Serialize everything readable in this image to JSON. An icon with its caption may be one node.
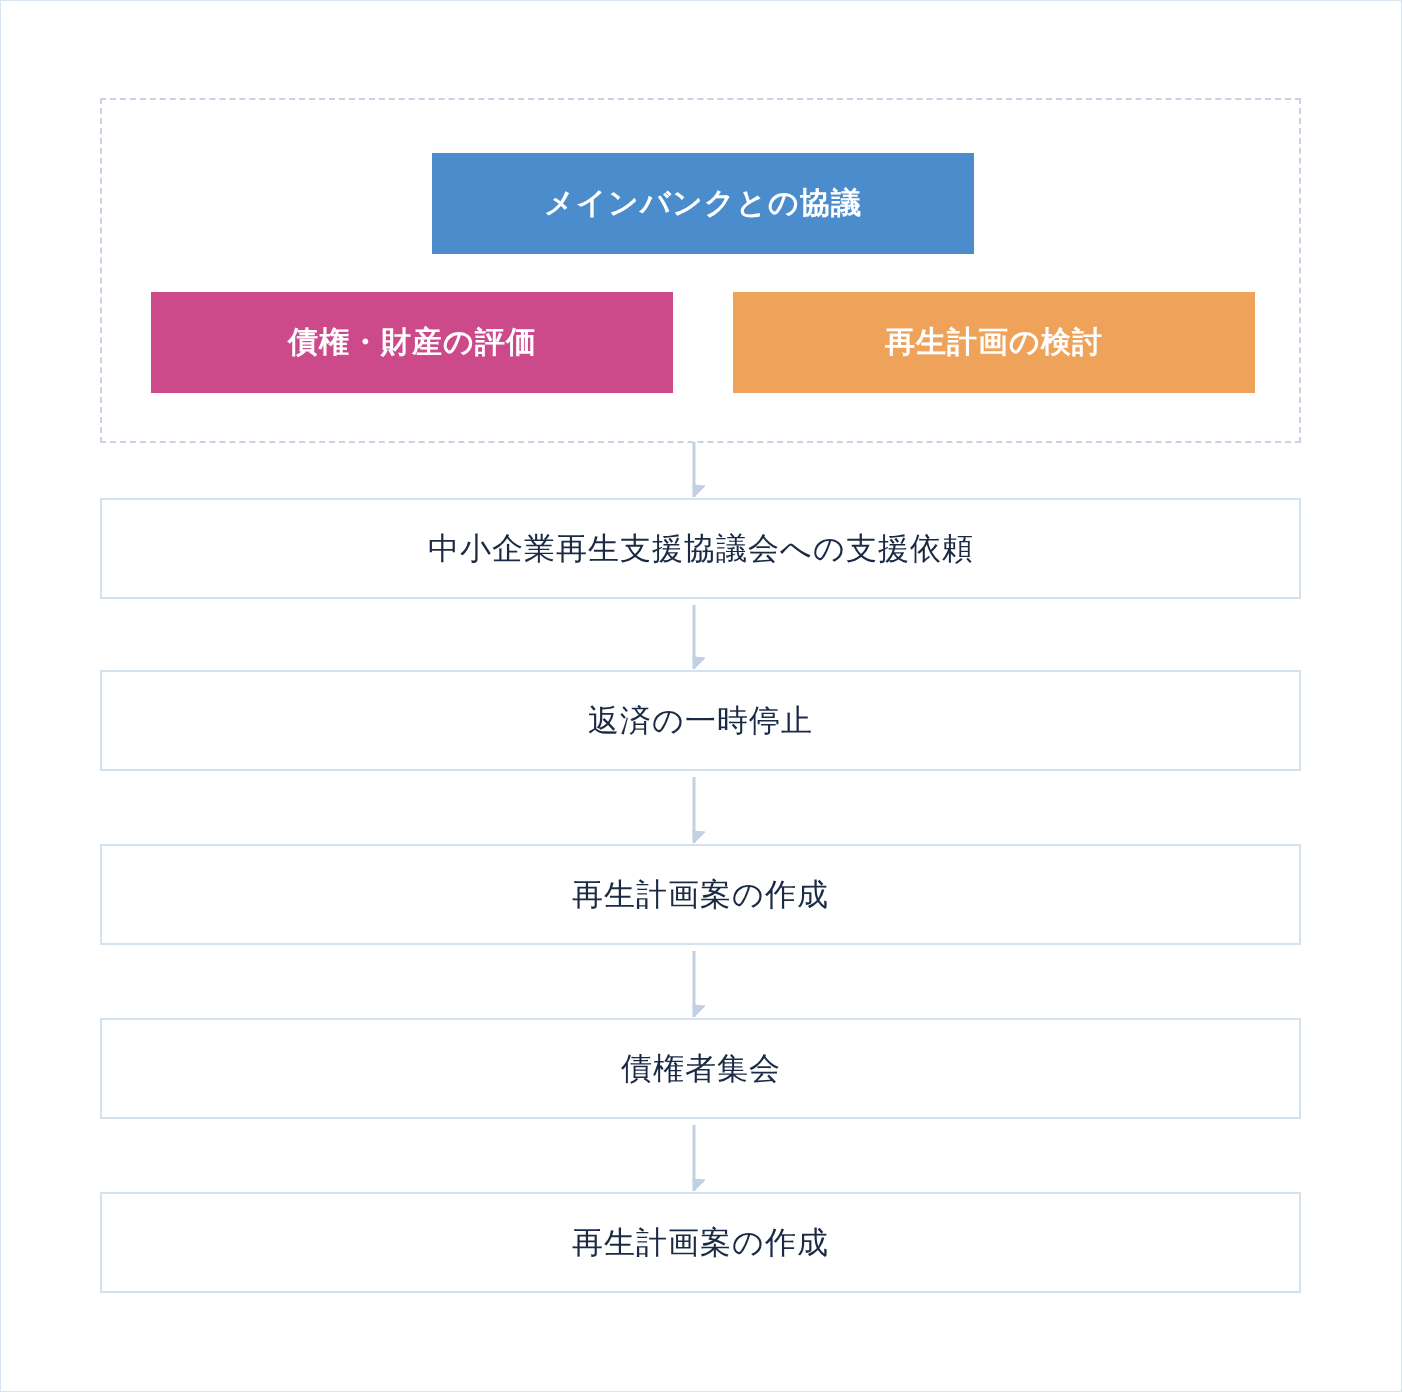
{
  "diagram": {
    "nodes": [
      {
        "text": [],
        "shape": "box"
      },
      {
        "text": [
          "メインバンクとの協議"
        ],
        "in": 0
      },
      {
        "text": [
          "債権・財産の評価"
        ],
        "in": 0
      },
      {
        "text": [
          "再生計画の検討"
        ],
        "in": 0
      },
      {
        "text": [
          "中小企業再生支援協議会への支援依頼"
        ]
      },
      {
        "text": [
          "返済の一時停止"
        ]
      },
      {
        "text": [
          "再生計画案の作成"
        ]
      },
      {
        "text": [
          "債権者集会"
        ]
      },
      {
        "text": [
          "再生計画案の作成"
        ]
      }
    ],
    "edges": [
      {
        "from": 0,
        "to": 4,
        "arrow": "to"
      },
      {
        "from": 4,
        "to": 5,
        "arrow": "to"
      },
      {
        "from": 5,
        "to": 6,
        "arrow": "to"
      },
      {
        "from": 6,
        "to": 7,
        "arrow": "to"
      },
      {
        "from": 7,
        "to": 8,
        "arrow": "to"
      }
    ]
  }
}
